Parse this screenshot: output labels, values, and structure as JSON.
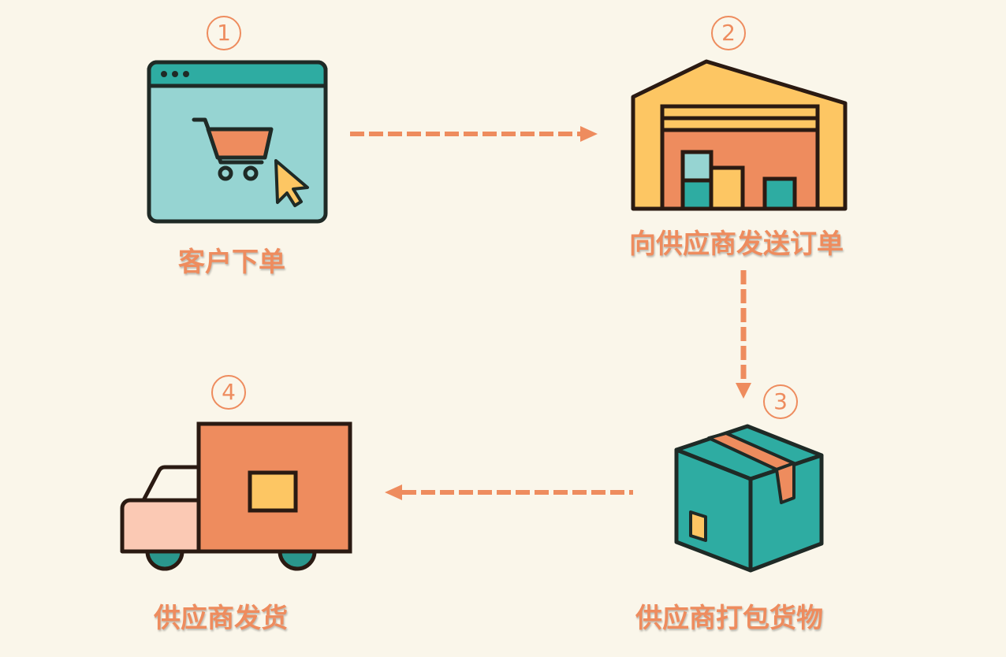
{
  "colors": {
    "background": "#faf6ea",
    "accent": "#ee8c5e",
    "teal": "#2eaca2",
    "teal_light": "#96d4d2",
    "yellow": "#fdc663",
    "pink": "#fbc9b4",
    "outline": "#2a1a12"
  },
  "steps": [
    {
      "number": "1",
      "label": "客户下单",
      "icon": "shopping-cart-browser-icon"
    },
    {
      "number": "2",
      "label": "向供应商发送订单",
      "icon": "warehouse-icon"
    },
    {
      "number": "3",
      "label": "供应商打包货物",
      "icon": "package-box-icon"
    },
    {
      "number": "4",
      "label": "供应商发货",
      "icon": "delivery-truck-icon"
    }
  ],
  "arrows": [
    {
      "from": "1",
      "to": "2",
      "direction": "right"
    },
    {
      "from": "2",
      "to": "3",
      "direction": "down"
    },
    {
      "from": "3",
      "to": "4",
      "direction": "left"
    }
  ]
}
